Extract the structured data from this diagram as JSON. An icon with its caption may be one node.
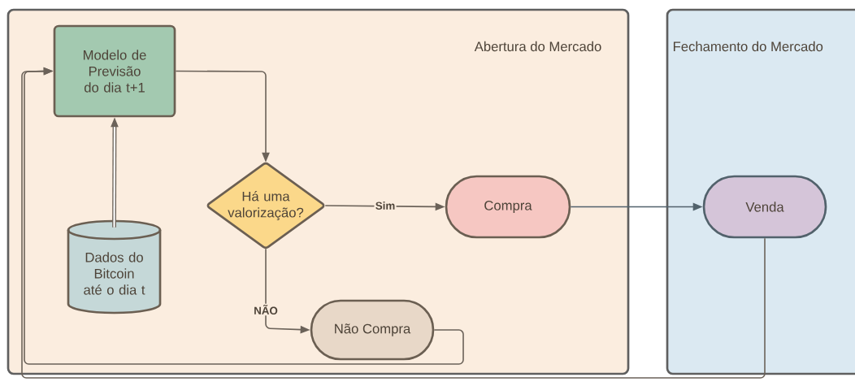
{
  "diagram": {
    "nodes": [
      {
        "text": [
          "Abertura do Mercado"
        ]
      },
      {
        "text": [
          "Fechamento do Mercado"
        ]
      },
      {
        "text": [
          "Modelo de Previsão do dia t+1"
        ],
        "in": 0
      },
      {
        "text": [
          "Dados do Bitcoin até o dia t"
        ],
        "in": 0
      },
      {
        "text": [
          "Há uma valorização?"
        ],
        "in": 0
      },
      {
        "text": [
          "Compra"
        ],
        "in": 0
      },
      {
        "text": [
          "Não Compra"
        ],
        "in": 0
      },
      {
        "text": [
          "Venda"
        ],
        "in": 1
      }
    ],
    "edges": [
      {
        "from": 3,
        "to": 2,
        "arrow": "to",
        "style": "thick"
      },
      {
        "from": 2,
        "to": 4,
        "arrow": "to"
      },
      {
        "from": 4,
        "to": 5,
        "arrow": "to",
        "label": "Sim"
      },
      {
        "from": 4,
        "to": 6,
        "arrow": "to",
        "label": "NÃO"
      },
      {
        "from": 5,
        "to": 7,
        "arrow": "to",
        "color": "#52626c"
      },
      {
        "from": 6,
        "to": 2,
        "arrow": "to"
      },
      {
        "from": 7,
        "to": 2,
        "arrow": "to"
      }
    ]
  }
}
